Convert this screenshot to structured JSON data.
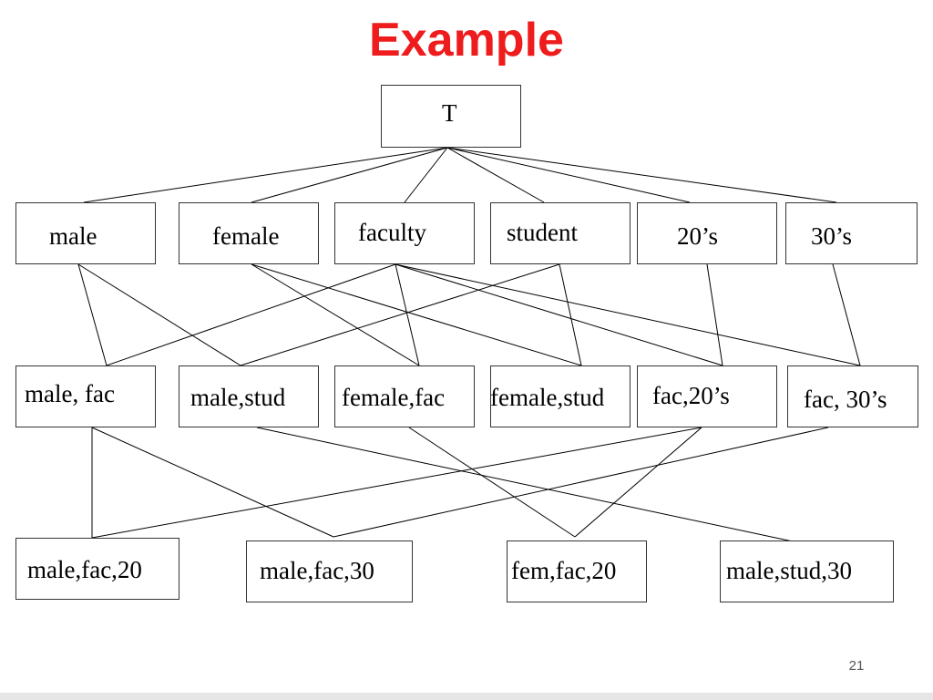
{
  "slide": {
    "title": "Example",
    "page_number": "21"
  },
  "colors": {
    "title": "#ee1c1c",
    "box_border": "#333333",
    "edge": "#000000",
    "footer_rule": "#e6e6e6"
  },
  "diagram": {
    "nodes": {
      "top": "T",
      "male": "male",
      "female": "female",
      "faculty": "faculty",
      "student": "student",
      "age20s": "20’s",
      "age30s": "30’s",
      "male_fac": "male, fac",
      "male_stud": "male,stud",
      "female_fac": "female,fac",
      "female_stud": "female,stud",
      "fac_20s": "fac,20’s",
      "fac_30s": "fac, 30’s",
      "male_fac_20": "male,fac,20",
      "male_fac_30": "male,fac,30",
      "fem_fac_20": "fem,fac,20",
      "male_stud_30": "male,stud,30"
    },
    "edges": [
      [
        "top",
        "male"
      ],
      [
        "top",
        "female"
      ],
      [
        "top",
        "faculty"
      ],
      [
        "top",
        "student"
      ],
      [
        "top",
        "age20s"
      ],
      [
        "top",
        "age30s"
      ],
      [
        "male",
        "male_fac"
      ],
      [
        "male",
        "male_stud"
      ],
      [
        "female",
        "female_fac"
      ],
      [
        "female",
        "female_stud"
      ],
      [
        "faculty",
        "male_fac"
      ],
      [
        "faculty",
        "female_fac"
      ],
      [
        "faculty",
        "fac_20s"
      ],
      [
        "faculty",
        "fac_30s"
      ],
      [
        "student",
        "male_stud"
      ],
      [
        "student",
        "female_stud"
      ],
      [
        "age20s",
        "fac_20s"
      ],
      [
        "age30s",
        "fac_30s"
      ],
      [
        "male_fac",
        "male_fac_20"
      ],
      [
        "male_fac",
        "male_fac_30"
      ],
      [
        "fac_20s",
        "male_fac_20"
      ],
      [
        "fac_20s",
        "fem_fac_20"
      ],
      [
        "fac_30s",
        "male_fac_30"
      ],
      [
        "female_fac",
        "fem_fac_20"
      ],
      [
        "male_stud",
        "male_stud_30"
      ]
    ]
  }
}
